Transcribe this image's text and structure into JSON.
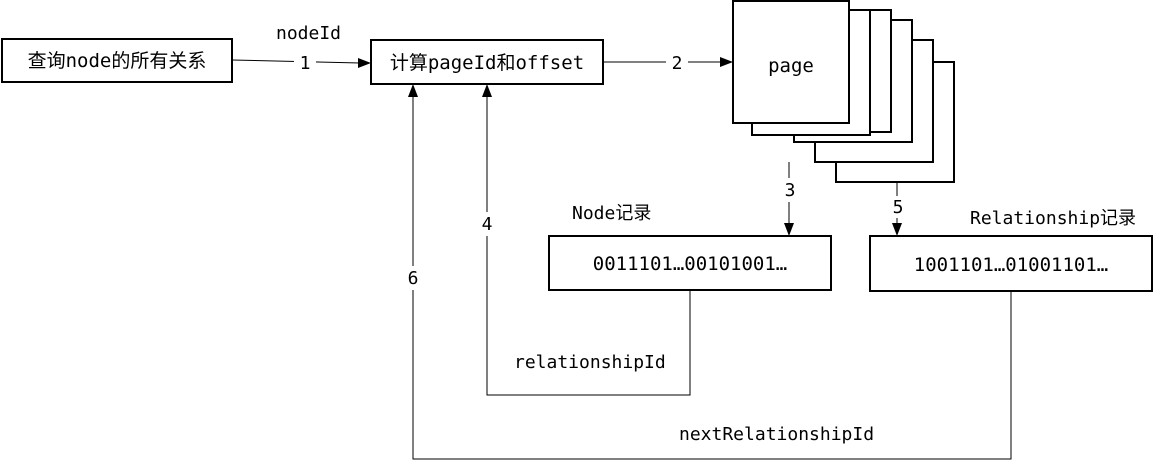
{
  "nodes": {
    "query": "查询node的所有关系",
    "compute": "计算pageId和offset",
    "page": "page",
    "node_record_value": "0011101…00101001…",
    "rel_record_value": "1001101…01001101…"
  },
  "titles": {
    "node_record": "Node记录",
    "rel_record": "Relationship记录"
  },
  "edges": {
    "e1_label": "nodeId",
    "e1_step": "1",
    "e2_step": "2",
    "e3_step": "3",
    "e4_step": "4",
    "e4_label": "relationshipId",
    "e5_step": "5",
    "e6_step": "6",
    "e6_label": "nextRelationshipId"
  }
}
